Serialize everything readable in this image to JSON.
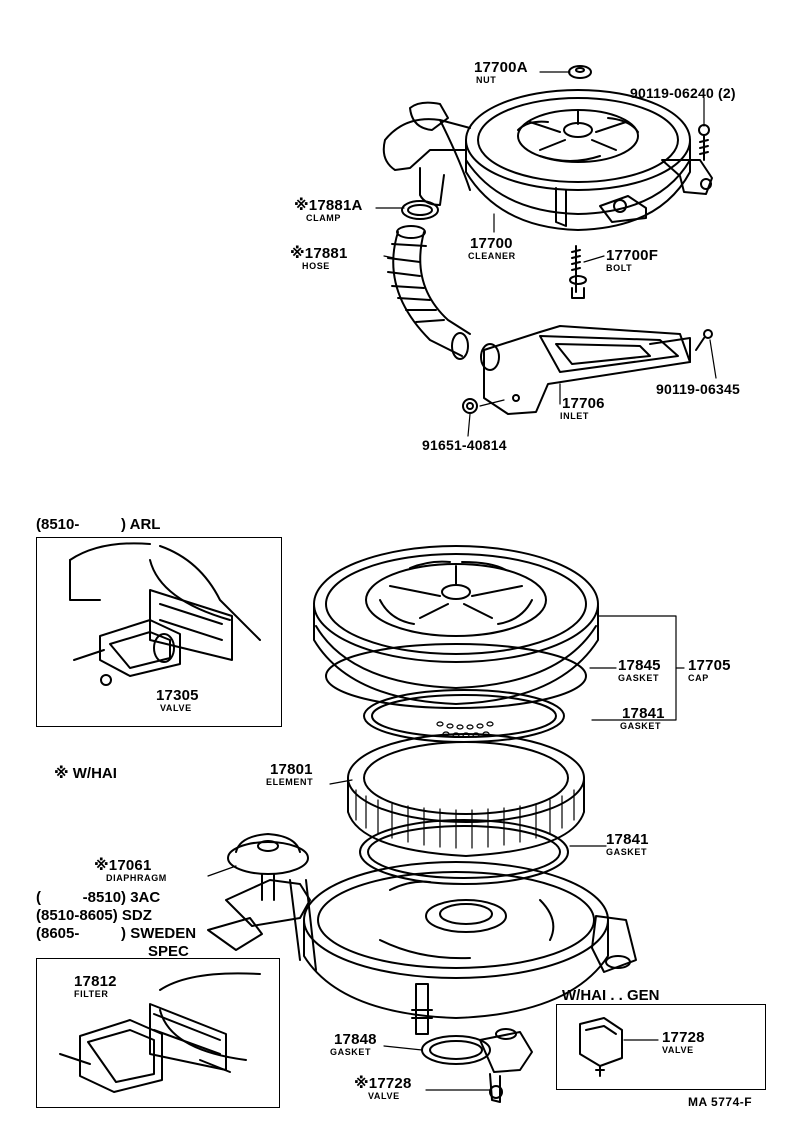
{
  "diagram": {
    "top": {
      "nut": {
        "part": "17700A",
        "name": "NUT"
      },
      "bolts_top": {
        "part": "90119-06240 (2)"
      },
      "clamp": {
        "part": "※17881A",
        "name": "CLAMP"
      },
      "cleaner": {
        "part": "17700",
        "name": "CLEANER"
      },
      "hose": {
        "part": "※17881",
        "name": "HOSE"
      },
      "bolt": {
        "part": "17700F",
        "name": "BOLT"
      },
      "inlet": {
        "part": "17706",
        "name": "INLET"
      },
      "bolt_inlet": {
        "part": "90119-06345"
      },
      "grommet": {
        "part": "91651-40814"
      }
    },
    "inset_arl": {
      "title": "(8510-          ) ARL",
      "valve": {
        "part": "17305",
        "name": "VALVE"
      }
    },
    "bottom": {
      "whai": "※ W/HAI",
      "gasket_cap": {
        "part": "17845",
        "name": "GASKET"
      },
      "cap": {
        "part": "17705",
        "name": "CAP"
      },
      "gasket_1": {
        "part": "17841",
        "name": "GASKET"
      },
      "element": {
        "part": "17801",
        "name": "ELEMENT"
      },
      "gasket_2": {
        "part": "17841",
        "name": "GASKET"
      },
      "diaphragm": {
        "part": "※17061",
        "name": "DIAPHRAGM"
      },
      "spec_lines": [
        "(          -8510) 3AC",
        "(8510-8605) SDZ",
        "(8605-          ) SWEDEN",
        "SPEC"
      ],
      "gasket_3": {
        "part": "17848",
        "name": "GASKET"
      },
      "valve_bottom": {
        "part": "※17728",
        "name": "VALVE"
      }
    },
    "inset_filter": {
      "filter": {
        "part": "17812",
        "name": "FILTER"
      }
    },
    "inset_gen": {
      "title": "W/HAI . . GEN",
      "valve": {
        "part": "17728",
        "name": "VALVE"
      }
    },
    "ref_code": "MA 5774-F"
  }
}
